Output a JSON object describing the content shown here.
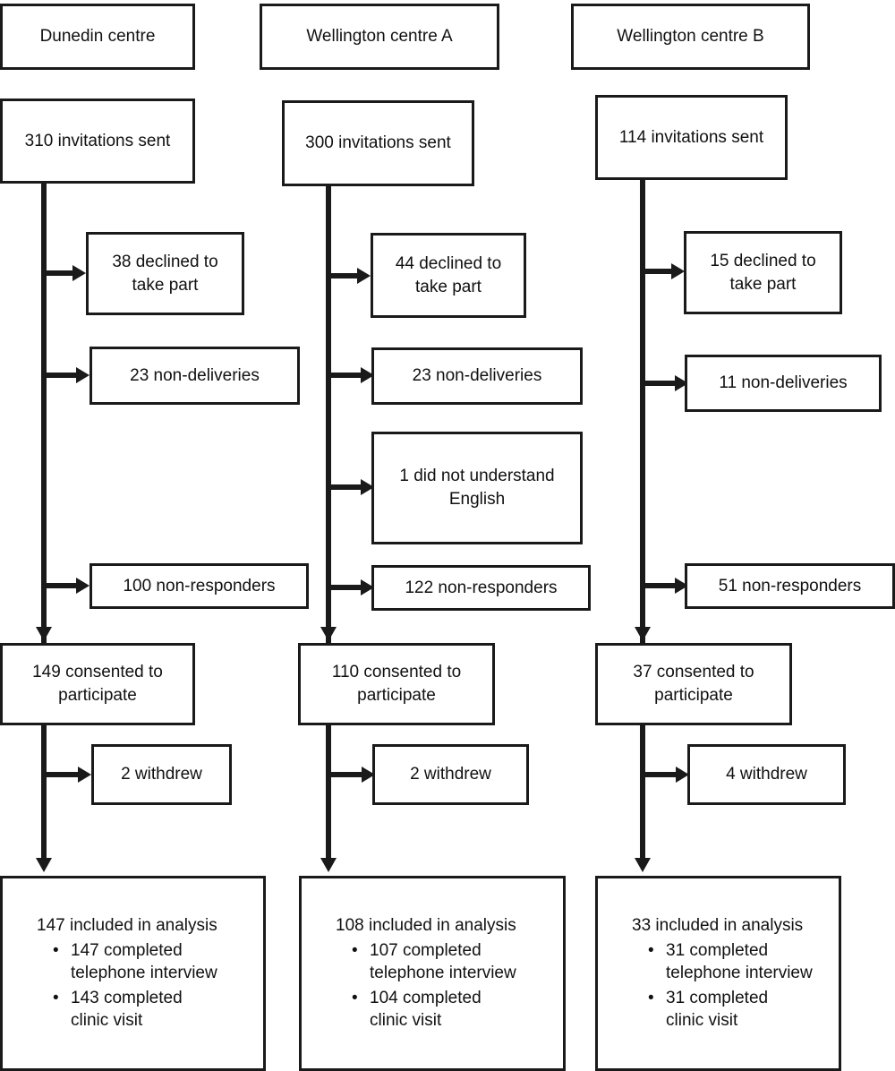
{
  "diagram": {
    "type": "participant-flow-diagram",
    "columns": [
      {
        "id": "dunedin",
        "header": "Dunedin centre",
        "invitations": "310 invitations sent",
        "exclusions": [
          "38 declined to\ntake part",
          "23 non-deliveries",
          "100 non-responders"
        ],
        "consented": "149 consented to\nparticipate",
        "withdrew": "2 withdrew",
        "analysis": {
          "heading": "147 included in analysis",
          "bullets": [
            "147 completed\ntelephone interview",
            "143 completed\nclinic visit"
          ]
        }
      },
      {
        "id": "wellington-a",
        "header": "Wellington centre A",
        "invitations": "300 invitations sent",
        "exclusions": [
          "44 declined to\ntake part",
          "23 non-deliveries",
          "1 did not understand\nEnglish",
          "122 non-responders"
        ],
        "consented": "110 consented to\nparticipate",
        "withdrew": "2 withdrew",
        "analysis": {
          "heading": "108 included in analysis",
          "bullets": [
            "107 completed\ntelephone interview",
            "104 completed\nclinic visit"
          ]
        }
      },
      {
        "id": "wellington-b",
        "header": "Wellington centre B",
        "invitations": "114 invitations sent",
        "exclusions": [
          "15 declined to\ntake part",
          "11 non-deliveries",
          "51 non-responders"
        ],
        "consented": "37 consented to\nparticipate",
        "withdrew": "4 withdrew",
        "analysis": {
          "heading": "33 included in analysis",
          "bullets": [
            "31 completed\ntelephone interview",
            "31 completed\nclinic visit"
          ]
        }
      }
    ],
    "bullet_glyph": "•",
    "colors": {
      "stroke": "#1a1a1a",
      "fill": "#ffffff",
      "text": "#111111"
    }
  }
}
